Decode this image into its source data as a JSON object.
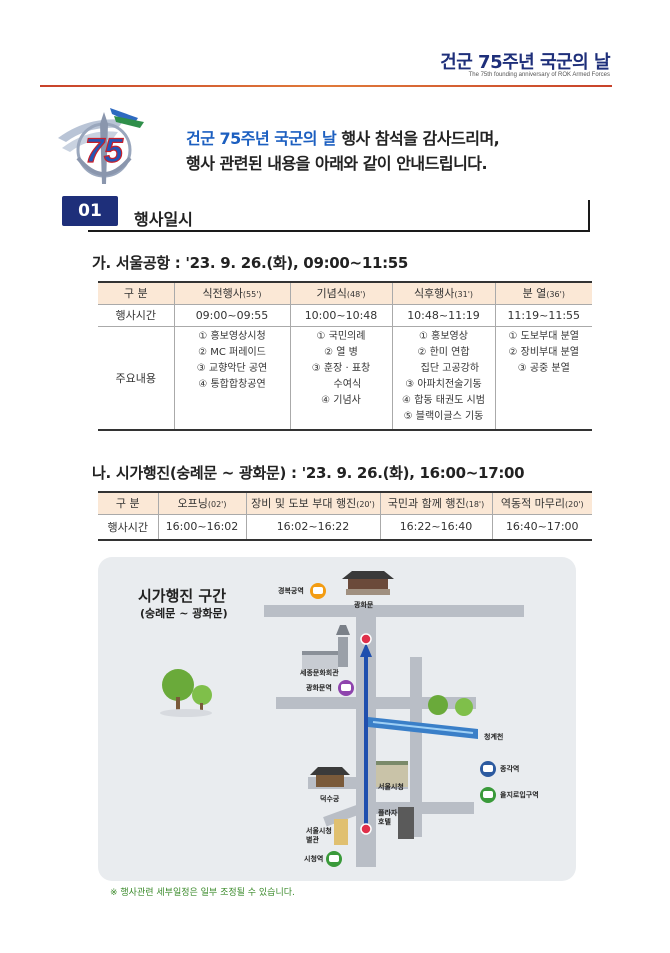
{
  "header": {
    "title": "건군 75주년 국군의 날",
    "subtitle": "The 75th founding anniversary of ROK Armed Forces"
  },
  "logo": {
    "number": "75"
  },
  "intro": {
    "highlight": "건군 75주년 국군의 날",
    "line1_rest": " 행사 참석을 감사드리며,",
    "line2": "행사 관련된 내용을 아래와 같이 안내드립니다."
  },
  "section": {
    "number": "01",
    "title": "행사일시"
  },
  "part_a": {
    "heading": "가. 서울공항 : '23. 9. 26.(화), 09:00~11:55",
    "headers": [
      {
        "label": "구  분",
        "dur": ""
      },
      {
        "label": "식전행사",
        "dur": "(55')"
      },
      {
        "label": "기념식",
        "dur": "(48')"
      },
      {
        "label": "식후행사",
        "dur": "(31')"
      },
      {
        "label": "분 열",
        "dur": "(36')"
      }
    ],
    "time_row": [
      "행사시간",
      "09:00~09:55",
      "10:00~10:48",
      "10:48~11:19",
      "11:19~11:55"
    ],
    "content_label": "주요내용",
    "contents": [
      [
        "① 홍보영상시청",
        "② MC 퍼레이드",
        "③ 교향악단 공연",
        "④ 통합합창공연"
      ],
      [
        "① 국민의례",
        "② 열 병",
        "③ 훈장 · 표창",
        "    수여식",
        "④ 기념사"
      ],
      [
        "① 홍보영상",
        "② 한미 연합",
        "    집단 고공강하",
        "③ 아파치전술기동",
        "④ 합동 태권도 시범",
        "⑤ 블랙이글스 기동"
      ],
      [
        "① 도보부대 분열",
        "② 장비부대 분열",
        "③ 공중 분열"
      ]
    ]
  },
  "part_b": {
    "heading": "나. 시가행진(숭례문 ~ 광화문) : '23. 9. 26.(화), 16:00~17:00",
    "headers": [
      {
        "label": "구  분",
        "dur": ""
      },
      {
        "label": "오프닝",
        "dur": "(02')"
      },
      {
        "label": "장비 및 도보 부대 행진",
        "dur": "(20')"
      },
      {
        "label": "국민과 함께 행진",
        "dur": "(18')"
      },
      {
        "label": "역동적 마무리",
        "dur": "(20')"
      }
    ],
    "time_row": [
      "행사시간",
      "16:00~16:02",
      "16:02~16:22",
      "16:22~16:40",
      "16:40~17:00"
    ]
  },
  "map": {
    "title": "시가행진 구간",
    "subtitle": "(숭례문 ~ 광화문)",
    "labels": {
      "gyeongbokgung_stn": "경복궁역",
      "gwanghwamun": "광화문",
      "sejong_center": "세종문화회관",
      "gwanghwamun_stn": "광화문역",
      "cheonggyecheon": "청계천",
      "jonggak_stn": "종각역",
      "euljiro_stn": "을지로입구역",
      "deoksugung": "덕수궁",
      "seoul_city_hall": "서울시청",
      "plaza_hotel": "플라자\n호텔",
      "city_hall_annex": "서울시청\n별관",
      "city_hall_stn": "시청역"
    }
  },
  "note": "※ 행사관련 세부일정은 일부 조정될 수 있습니다.",
  "colors": {
    "navy": "#1e2f7a",
    "highlight_blue": "#1c5fc0",
    "table_header": "#fbe8d6",
    "route_blue": "#2a5bb8",
    "note_green": "#3a8a2a"
  }
}
